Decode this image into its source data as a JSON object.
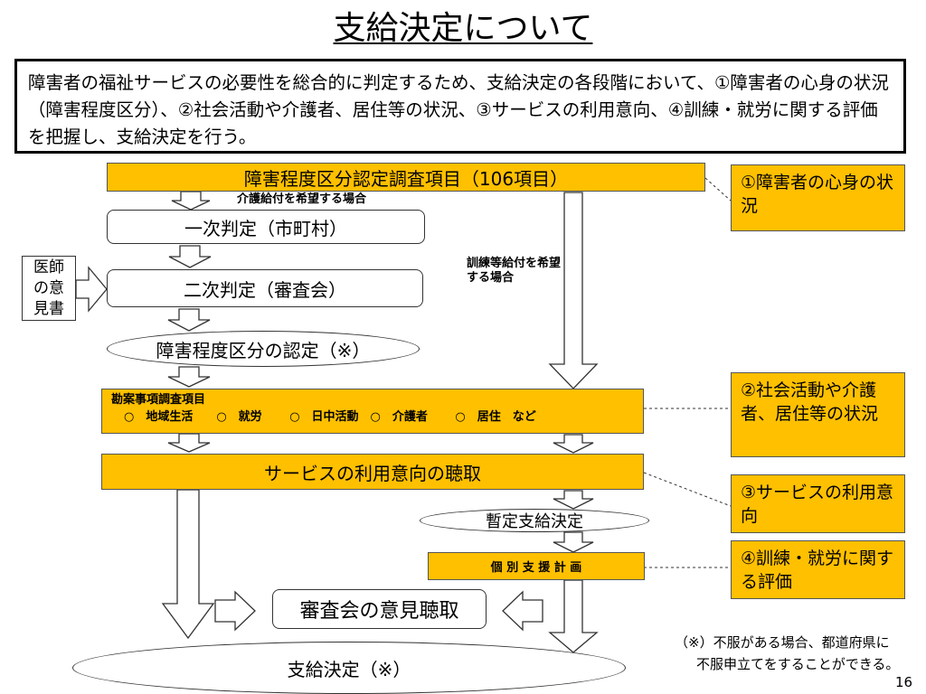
{
  "title": "支給決定について",
  "intro": "障害者の福祉サービスの必要性を総合的に判定するため、支給決定の各段階において、①障害者の心身の状況（障害程度区分）、②社会活動や介護者、居住等の状況、③サービスの利用意向、④訓練・就労に関する評価を把握し、支給決定を行う。",
  "flow": {
    "survey_items": "障害程度区分認定調査項目（106項目）",
    "care_benefit_note": "介護給付を希望する場合",
    "first_judgment": "一次判定（市町村）",
    "doctor_opinion": "医師の意見書",
    "second_judgment": "二次判定（審査会）",
    "certification": "障害程度区分の認定（※）",
    "training_benefit_note": "訓練等給付を希望する場合",
    "factors_title": "勘案事項調査項目",
    "factors": "○　地域生活　　○　就労　　 ○　日中活動　○　介護者　　 ○　居住　など",
    "intention_hearing": "サービスの利用意向の聴取",
    "provisional_decision": "暫定支給決定",
    "individual_plan": "個 別 支 援 計 画",
    "council_hearing": "審査会の意見聴取",
    "final_decision": "支給決定（※）"
  },
  "side_labels": [
    "①障害者の心身の状況",
    "②社会活動や介護者、居住等の状況",
    "③サービスの利用意向",
    "④訓練・就労に関する評価"
  ],
  "footnote_line1": "（※）不服がある場合、都道府県に",
  "footnote_line2": "不服申立てをすることができる。",
  "page_number": "16",
  "colors": {
    "highlight": "#FFC000",
    "border": "#000000"
  }
}
